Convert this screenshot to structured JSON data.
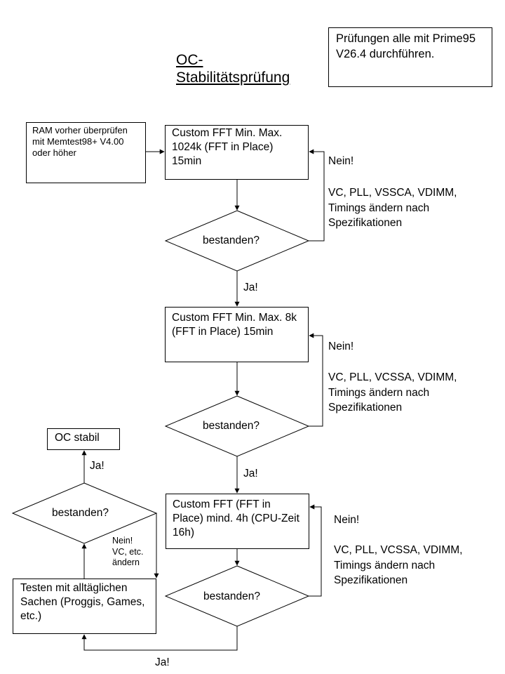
{
  "title": {
    "line1": "OC-",
    "line2": "Stabilitätsprüfung"
  },
  "note": {
    "text": "Prüfungen  alle mit Prime95  V26.4 durchführen."
  },
  "ram_check": {
    "text": "RAM vorher überprüfen  mit Memtest98+  V4.00 oder höher"
  },
  "steps": [
    {
      "text": "Custom FFT Min. Max.  1024k (FFT in Place) 15min"
    },
    {
      "text": "Custom FFT Min. Max.  8k (FFT in Place) 15min"
    },
    {
      "text": "Custom FFT (FFT in Place) mind. 4h (CPU-Zeit 16h)"
    }
  ],
  "decisions": [
    {
      "label": "bestanden?"
    },
    {
      "label": "bestanden?"
    },
    {
      "label": "bestanden?"
    },
    {
      "label": "bestanden?"
    }
  ],
  "no_branches": [
    {
      "no": "Nein!",
      "action_line1": "VC, PLL, VSSCA, VDIMM,",
      "action_line2": "Timings ändern nach",
      "action_line3": "Spezifikationen"
    },
    {
      "no": "Nein!",
      "action_line1": "VC, PLL, VCSSA, VDIMM,",
      "action_line2": "Timings ändern nach",
      "action_line3": "Spezifikationen"
    },
    {
      "no": "Nein!",
      "action_line1": "VC, PLL, VCSSA, VDIMM,",
      "action_line2": "Timings ändern nach",
      "action_line3": "Spezifikationen"
    }
  ],
  "yes_labels": {
    "after_first": "Ja!",
    "after_second": "Ja!",
    "after_third": "Ja!",
    "final": "Ja!"
  },
  "final_test": {
    "text": "Testen mit alltäglichen Sachen (Proggis, Games, etc.)",
    "no_line1": "Nein!",
    "no_line2": "VC, etc.",
    "no_line3": "ändern"
  },
  "result": {
    "text": "OC stabil"
  }
}
